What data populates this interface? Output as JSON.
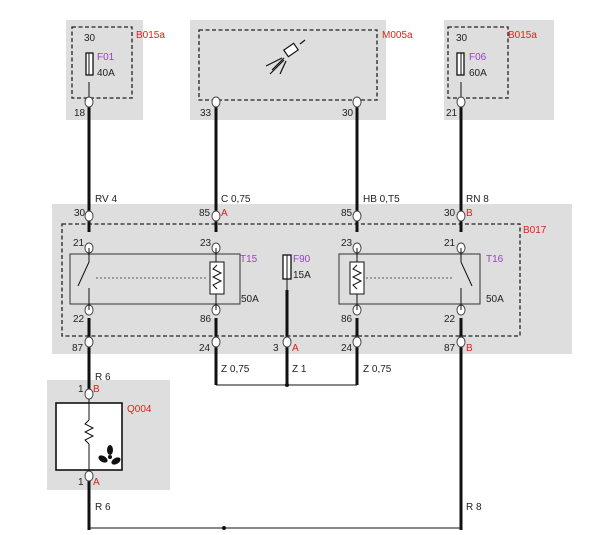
{
  "components": {
    "b015a_left": {
      "code": "B015a",
      "pin_top": "30",
      "fuse": "F01",
      "rating": "40A",
      "pin_bottom": "18"
    },
    "m005a": {
      "code": "M005a",
      "pin_left": "33",
      "pin_right": "30"
    },
    "b015a_right": {
      "code": "B015a",
      "pin_top": "30",
      "fuse": "F06",
      "rating": "60A",
      "pin_bottom": "21"
    },
    "b017": {
      "code": "B017",
      "pins_top": [
        "30",
        "85",
        "85",
        "30"
      ],
      "pins_top_suffix": [
        "",
        "A",
        "",
        "B"
      ],
      "pins_bottom": [
        "87",
        "24",
        "3",
        "24",
        "87"
      ],
      "pins_bottom_suffix": [
        "",
        "",
        "A",
        "",
        "B"
      ],
      "relay_t15": {
        "name": "T15",
        "pins": [
          "21",
          "23",
          "22",
          "86"
        ],
        "rating": "50A"
      },
      "relay_t16": {
        "name": "T16",
        "pins": [
          "23",
          "21",
          "86",
          "22"
        ],
        "rating": "50A"
      },
      "fuse_f90": {
        "name": "F90",
        "rating": "15A"
      }
    },
    "q004": {
      "code": "Q004",
      "pin_top": "1",
      "pin_top_suffix": "B",
      "pin_bottom": "1",
      "pin_bottom_suffix": "A"
    }
  },
  "wires": {
    "rv4": "RV 4",
    "c075": "C 0,75",
    "hb075": "HB 0,T5",
    "rn8": "RN 8",
    "r6_top": "R 6",
    "z075_left": "Z 0,75",
    "z1": "Z 1",
    "z075_right": "Z 0,75",
    "r6_bottom": "R 6",
    "r8": "R 8"
  }
}
